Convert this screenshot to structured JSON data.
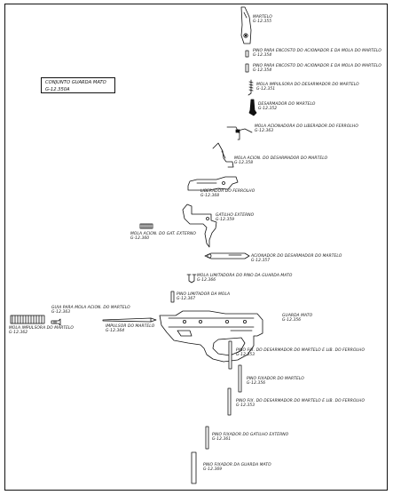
{
  "title": {
    "name": "CONJUNTO GUARDA MATO",
    "code": "G-12.350A"
  },
  "parts": [
    {
      "id": "martelo",
      "name": "MARTELO",
      "code": "G-12.355"
    },
    {
      "id": "pino-encosto-1",
      "name": "PINO PARA ENCOSTO DO ACIONADOR E DA MOLA DO MARTELO",
      "code": "G-12.354"
    },
    {
      "id": "pino-encosto-2",
      "name": "PINO PARA ENCOSTO DO ACIONADOR E DA MOLA DO MARTELO",
      "code": "G-12.354"
    },
    {
      "id": "mola-impulsora-desarmador",
      "name": "MOLA IMPULSORA DO DESARMADOR DO MARTELO",
      "code": "G-12.351"
    },
    {
      "id": "desarmador-martelo",
      "name": "DESARMADOR DO MARTELO",
      "code": "G-12.352"
    },
    {
      "id": "mola-acionadora-liberador",
      "name": "MOLA ACIONADORA DO LIBERADOR DO FERROLHO",
      "code": "G-12.363"
    },
    {
      "id": "mola-acion-desarmador",
      "name": "MOLA ACION. DO DESARMADOR DO MARTELO",
      "code": "G-12.358"
    },
    {
      "id": "liberador-ferrolho",
      "name": "LIBERADOR DO FERROLHO",
      "code": "G-12.368"
    },
    {
      "id": "gatilho-externo",
      "name": "GATILHO EXTERNO",
      "code": "G-12.359"
    },
    {
      "id": "mola-acion-gat-externo",
      "name": "MOLA ACION. DO GAT. EXTERNO",
      "code": "G-12.360"
    },
    {
      "id": "acionador-desarmador",
      "name": "ACIONADOR DO DESARMADOR DO MARTELO",
      "code": "G-12.357"
    },
    {
      "id": "mola-limitadora",
      "name": "MOLA LIMITADORA DO PINO DA GUARDA MATO",
      "code": "G-12.366"
    },
    {
      "id": "pino-limitador-mola",
      "name": "PINO LIMITADOR DA MOLA",
      "code": "G-12.367"
    },
    {
      "id": "guia-mola-acion",
      "name": "GUIA PARA MOLA ACION. DO MARTELO",
      "code": "G-12.363"
    },
    {
      "id": "mola-impulsora-martelo",
      "name": "MOLA IMPULSORA DO MARTELO",
      "code": "G-12.362"
    },
    {
      "id": "impulsor-martelo",
      "name": "IMPULSOR DO MARTELO",
      "code": "G-12.364"
    },
    {
      "id": "guarda-mato",
      "name": "GUARDA MATO",
      "code": "G-12.356"
    },
    {
      "id": "pino-fix-desarmador-lib",
      "name": "PINO FIX. DO DESARMADOR DO MARTELO E LIB. DO FERROLHO",
      "code": "G-12.353"
    },
    {
      "id": "pino-fixador-martelo",
      "name": "PINO FIXADOR DO MARTELO",
      "code": "G-12.356"
    },
    {
      "id": "pino-fix-desarmador-lib-2",
      "name": "PINO FIX. DO DESARMADOR DO MARTELO E LIB. DO FERROLHO",
      "code": "G-12.353"
    },
    {
      "id": "pino-fixador-gatilho",
      "name": "PINO FIXADOR DO GATILHO EXTERNO",
      "code": "G-12.361"
    },
    {
      "id": "pino-fixador-guarda",
      "name": "PINO FIXADOR DA GUARDA MATO",
      "code": "G-12.369"
    }
  ]
}
